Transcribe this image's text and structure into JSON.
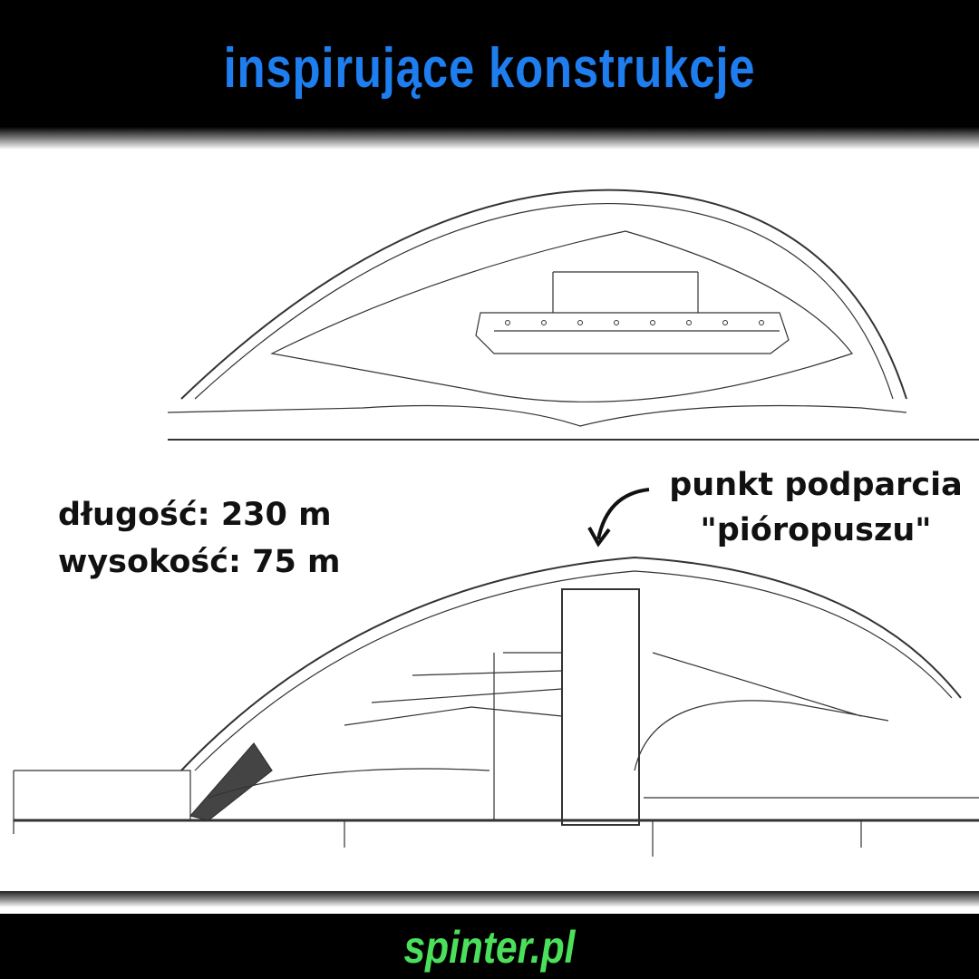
{
  "header": {
    "title": "inspirujące konstrukcje"
  },
  "annotations": {
    "length": "długość: 230 m",
    "height": "wysokość: 75 m",
    "support_line1": "punkt podparcia",
    "support_line2": "\"pióropuszu\""
  },
  "footer": {
    "brand": "spinter.pl"
  },
  "colors": {
    "title": "#1e7ef0",
    "brand": "#4be05a"
  }
}
